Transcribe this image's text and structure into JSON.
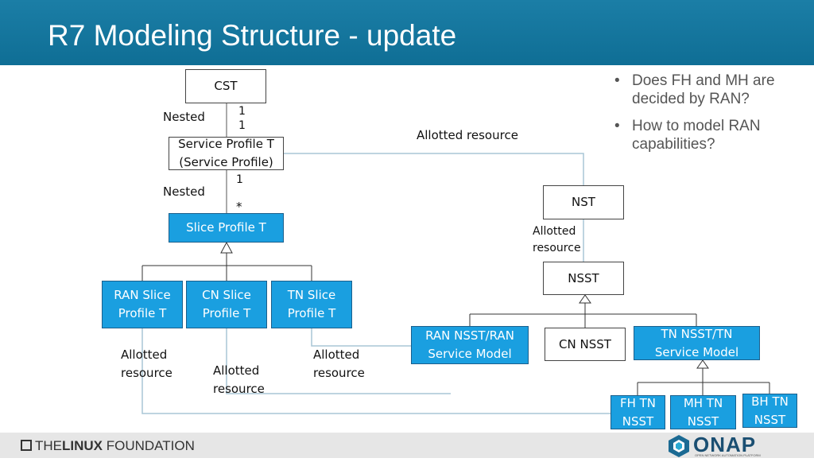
{
  "title": "R7 Modeling Structure - update",
  "bullets": [
    "Does FH and MH are decided by RAN?",
    "How to model RAN capabilities?"
  ],
  "nodes": {
    "cst": "CST",
    "service_profile_line1": "Service Profile T",
    "service_profile_line2": "(Service Profile)",
    "slice_profile": "Slice Profile T",
    "ran_slice_line1": "RAN Slice",
    "ran_slice_line2": "Profile T",
    "cn_slice_line1": "CN Slice",
    "cn_slice_line2": "Profile T",
    "tn_slice_line1": "TN Slice",
    "tn_slice_line2": "Profile T",
    "nst": "NST",
    "nsst": "NSST",
    "ran_nsst_line1": "RAN NSST/RAN",
    "ran_nsst_line2": "Service Model",
    "cn_nsst": "CN NSST",
    "tn_nsst_line1": "TN NSST/TN",
    "tn_nsst_line2": "Service Model",
    "fh_tn_line1": "FH TN",
    "fh_tn_line2": "NSST",
    "mh_tn_line1": "MH TN",
    "mh_tn_line2": "NSST",
    "bh_tn_line1": "BH TN",
    "bh_tn_line2": "NSST"
  },
  "labels": {
    "nested_1": "Nested",
    "nested_2": "Nested",
    "mult_1a": "1",
    "mult_1b": "1",
    "mult_2a": "1",
    "mult_2b": "*",
    "allotted_top": "Allotted resource",
    "allotted_nst_line1": "Allotted",
    "allotted_nst_line2": "resource",
    "allotted_ran_line1": "Allotted",
    "allotted_ran_line2": "resource",
    "allotted_cn_line1": "Allotted",
    "allotted_cn_line2": "resource",
    "allotted_tn_line1": "Allotted",
    "allotted_tn_line2": "resource"
  },
  "footer": {
    "linux_prefix": "THE",
    "linux_bold": "LINUX",
    "linux_suffix": " FOUNDATION",
    "onap_text": "ONAP",
    "onap_tagline": "OPEN NETWORK AUTOMATION PLATFORM"
  },
  "colors": {
    "header": "#1b7ea6",
    "blue_box": "#1a9fe0",
    "connector": "#a9c6d6"
  }
}
